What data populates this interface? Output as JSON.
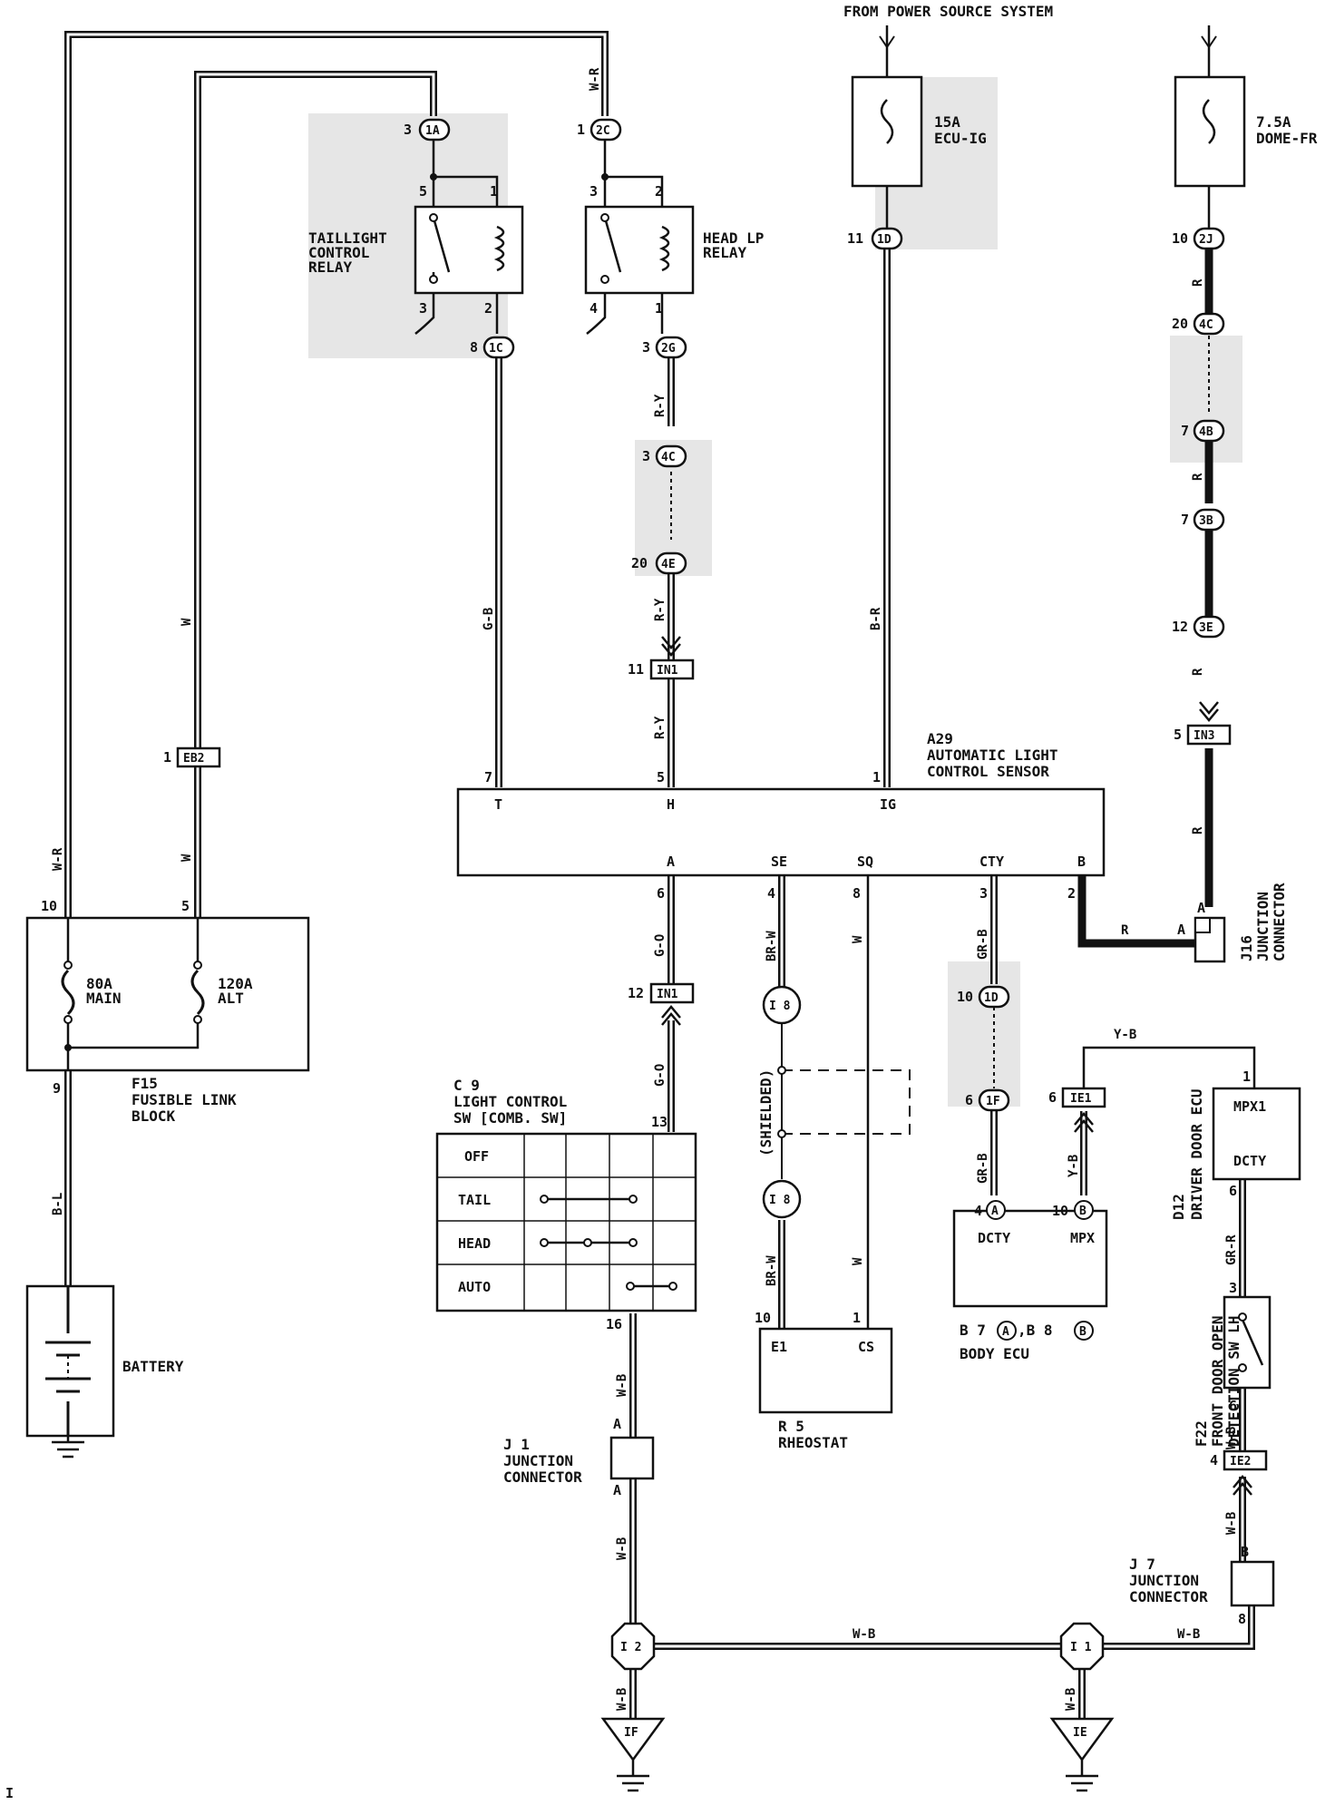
{
  "header": {
    "power_source": "FROM POWER SOURCE SYSTEM"
  },
  "components": {
    "fuse_ecu_ig": {
      "rating": "15A",
      "name": "ECU-IG"
    },
    "fuse_dome_fr": {
      "rating": "7.5A",
      "name": "DOME-FR"
    },
    "taillight_relay": {
      "line1": "TAILLIGHT",
      "line2": "CONTROL",
      "line3": "RELAY"
    },
    "head_relay": {
      "line1": "HEAD LP",
      "line2": "RELAY"
    },
    "sensor": {
      "id": "A29",
      "line1": "AUTOMATIC LIGHT",
      "line2": "CONTROL SENSOR",
      "terminals_top": [
        "T",
        "H",
        "IG"
      ],
      "terminals_bottom": [
        "A",
        "SE",
        "SQ",
        "CTY",
        "B"
      ],
      "pins_top": [
        "7",
        "5",
        "1"
      ],
      "pins_bottom": [
        "6",
        "4",
        "8",
        "3",
        "2"
      ]
    },
    "fusible_link": {
      "id": "F15",
      "line1": "FUSIBLE LINK",
      "line2": "BLOCK",
      "main_rating": "80A",
      "main_name": "MAIN",
      "alt_rating": "120A",
      "alt_name": "ALT",
      "pin_left": "10",
      "pin_right": "5",
      "pin_bottom": "9"
    },
    "battery": {
      "label": "BATTERY"
    },
    "light_switch": {
      "id": "C 9",
      "line1": "LIGHT CONTROL",
      "line2": "SW [COMB. SW]",
      "rows": [
        "OFF",
        "TAIL",
        "HEAD",
        "AUTO"
      ],
      "pin_top": "13",
      "pin_bottom": "16"
    },
    "rheostat": {
      "id": "R 5",
      "name": "RHEOSTAT",
      "t1": "E1",
      "t2": "CS",
      "p1": "10",
      "p2": "1"
    },
    "body_ecu": {
      "id_line": "B 7",
      "sep": ",B 8",
      "conn_a": "A",
      "conn_b": "B",
      "name": "BODY ECU",
      "t1": "DCTY",
      "t2": "MPX",
      "p1": "4",
      "p2": "10"
    },
    "driver_door_ecu": {
      "id": "D12",
      "name": "DRIVER DOOR ECU",
      "t1": "MPX1",
      "t2": "DCTY",
      "p1": "1",
      "p2": "6"
    },
    "door_switch": {
      "id": "F22",
      "line1": "FRONT DOOR OPEN",
      "line2": "DETECTION SW LH",
      "p1": "3",
      "p2": "6"
    },
    "j16": {
      "id": "J16",
      "line1": "JUNCTION",
      "line2": "CONNECTOR",
      "pin": "A"
    },
    "j1": {
      "id": "J 1",
      "line1": "JUNCTION",
      "line2": "CONNECTOR",
      "pin": "A"
    },
    "j7": {
      "id": "J 7",
      "line1": "JUNCTION",
      "line2": "CONNECTOR",
      "pin": "B",
      "pin2": "8"
    },
    "shielded": {
      "label": "(SHIELDED)"
    },
    "grounds": [
      "IF",
      "IE"
    ]
  },
  "connectors": {
    "c1A": {
      "code": "1A",
      "pin": "3"
    },
    "c2C": {
      "code": "2C",
      "pin": "1"
    },
    "c1D_top": {
      "code": "1D",
      "pin": "11"
    },
    "c2J": {
      "code": "2J",
      "pin": "10"
    },
    "c1C": {
      "code": "1C",
      "pin": "8"
    },
    "c2G": {
      "code": "2G",
      "pin": "3"
    },
    "c4C_a": {
      "code": "4C",
      "pin": "3"
    },
    "c4E": {
      "code": "4E",
      "pin": "20"
    },
    "cIN1_a": {
      "code": "IN1",
      "pin": "11"
    },
    "c4C_b": {
      "code": "4C",
      "pin": "20"
    },
    "c4B": {
      "code": "4B",
      "pin": "7"
    },
    "c3B": {
      "code": "3B",
      "pin": "7"
    },
    "c3E": {
      "code": "3E",
      "pin": "12"
    },
    "cIN3": {
      "code": "IN3",
      "pin": "5"
    },
    "cEB2": {
      "code": "EB2",
      "pin": "1"
    },
    "cIN1_b": {
      "code": "IN1",
      "pin": "12"
    },
    "c1D_low": {
      "code": "1D",
      "pin": "10"
    },
    "c1F": {
      "code": "1F",
      "pin": "6"
    },
    "cIE1": {
      "code": "IE1",
      "pin": "6"
    },
    "cIE2": {
      "code": "IE2",
      "pin": "4"
    },
    "cI8_a": {
      "code": "I 8"
    },
    "cI8_b": {
      "code": "I 8"
    },
    "cI2": {
      "code": "I 2"
    },
    "cI1": {
      "code": "I 1"
    }
  },
  "relay_pins": {
    "tail": [
      "5",
      "1",
      "3",
      "2"
    ],
    "head": [
      "3",
      "2",
      "4",
      "1"
    ]
  },
  "wires": {
    "w_r": "W-R",
    "w": "W",
    "g_b": "G-B",
    "r_y": "R-Y",
    "b_r": "B-R",
    "r": "R",
    "g_o": "G-O",
    "br_w": "BR-W",
    "gr_b": "GR-B",
    "y_b": "Y-B",
    "gr_r": "GR-R",
    "w_b": "W-B",
    "b_l": "B-L"
  },
  "footer": {
    "mark": "I"
  },
  "colors": {
    "line": "#111111",
    "shade": "#e6e6e6",
    "background": "#ffffff"
  }
}
